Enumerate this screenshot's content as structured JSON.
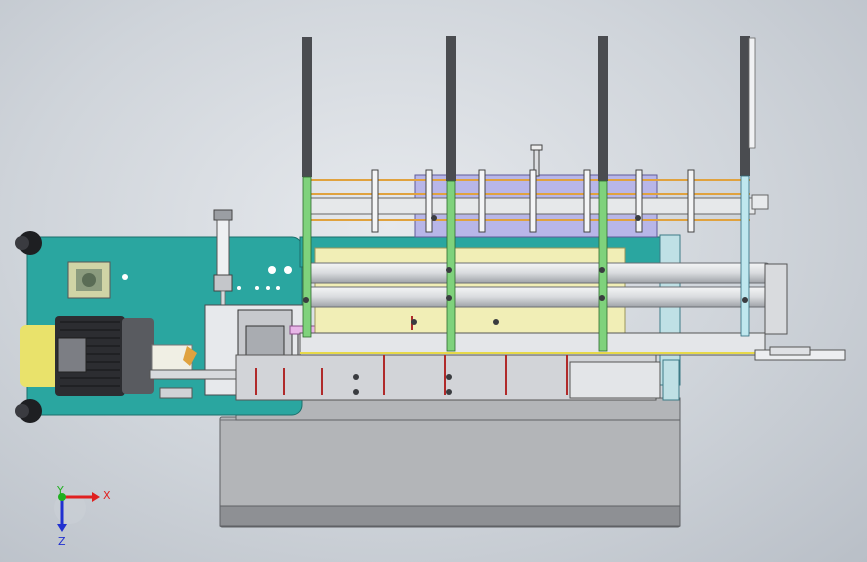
{
  "viewport": {
    "background_top": "#e6e9ed",
    "background_bottom": "#b9bfc7"
  },
  "colors": {
    "base_plate": "#2aa6a0",
    "base_edge": "#1c6f6b",
    "housing": "#b3b5b8",
    "housing_dark": "#8e9094",
    "motor_body": "#595b60",
    "motor_dark": "#2c2d31",
    "motor_cap": "#e9e26b",
    "guide_post": "#4a4c50",
    "post_accent": "#7fd27c",
    "roller": "#d9dbde",
    "roller_shade": "#9fa3a8",
    "cream_panel": "#f1eeb6",
    "lilac_panel": "#b8b6e8",
    "orange_rod": "#e0a23e",
    "pink_part": "#e8b6e8",
    "red_pin": "#b02a2a",
    "bolt": "#3a3c40"
  },
  "axes": {
    "x_label": "X",
    "y_label": "Y",
    "z_label": "Z",
    "x_color": "#e02020",
    "y_color": "#20b020",
    "z_color": "#2030d0"
  }
}
